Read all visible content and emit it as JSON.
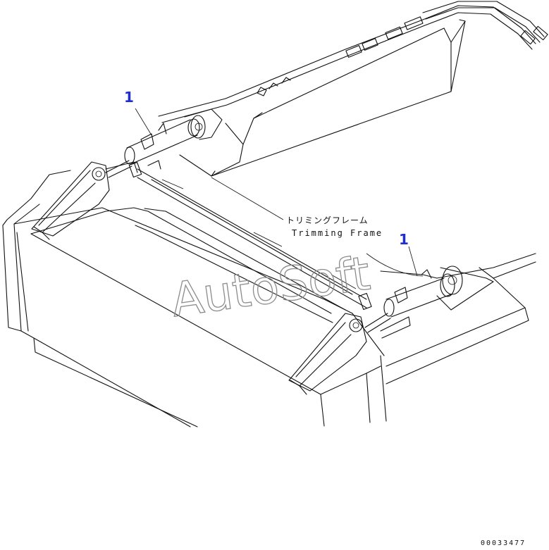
{
  "callouts": [
    {
      "number": "1"
    },
    {
      "number": "1"
    }
  ],
  "label": {
    "japanese": "トリミングフレーム",
    "english": "Trimming Frame"
  },
  "watermark": "AutoSoft",
  "drawing_id": "00033477",
  "colors": {
    "callout": "#1f2ed0",
    "line": "#111111",
    "watermark": "#8c8c8c"
  }
}
